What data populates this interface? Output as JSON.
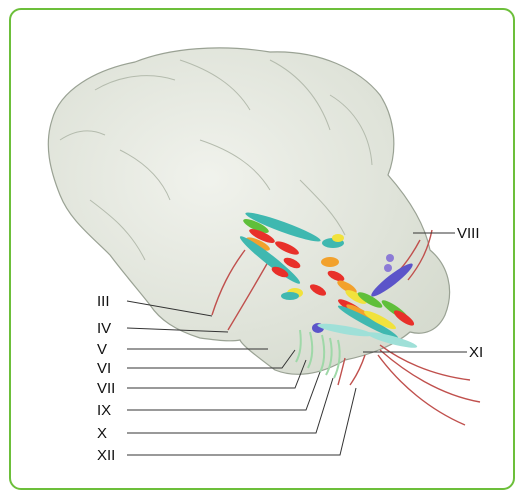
{
  "colors": {
    "border": "#6cbf3a",
    "brain_fill": "#dfe4d8",
    "brain_stroke": "#9aa294",
    "leader": "#333333",
    "nerve_red": "#c0504d",
    "nucleus_red": "#e8302a",
    "nucleus_orange": "#f2a12c",
    "nucleus_yellow": "#f1e23c",
    "nucleus_teal": "#3fb8b0",
    "nucleus_purple": "#5b54c9",
    "nucleus_green": "#5fbf3a"
  },
  "labels": {
    "viii": "VIII",
    "iii": "III",
    "iv": "IV",
    "v": "V",
    "vi": "VI",
    "vii": "VII",
    "xi": "XI",
    "ix": "IX",
    "x": "X",
    "xii": "XII"
  }
}
